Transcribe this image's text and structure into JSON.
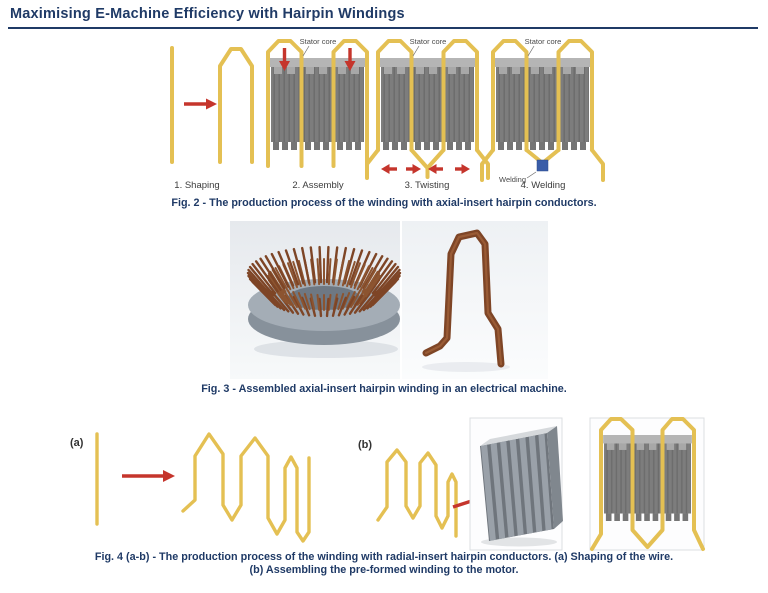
{
  "header": {
    "title": "Maximising E-Machine Efficiency with Hairpin Windings"
  },
  "colors": {
    "navy": "#1f3a66",
    "wire": "#e4c053",
    "red": "#c5352c",
    "copper": "#7e4526",
    "weld": "#3a5da8"
  },
  "fig2": {
    "stator_core_label": "Stator core",
    "welding_label": "Welding",
    "step_labels": [
      "1. Shaping",
      "2. Assembly",
      "3. Twisting",
      "4. Welding"
    ],
    "caption": "Fig. 2 - The production process of the winding with axial-insert hairpin conductors."
  },
  "fig3": {
    "caption": "Fig. 3 - Assembled axial-insert hairpin winding in an electrical machine."
  },
  "fig4": {
    "label_a": "(a)",
    "label_b": "(b)",
    "caption_line1": "Fig. 4 (a-b) - The production process of the winding with radial-insert hairpin conductors. (a) Shaping of the wire.",
    "caption_line2": "(b) Assembling the pre-formed winding to the motor."
  }
}
